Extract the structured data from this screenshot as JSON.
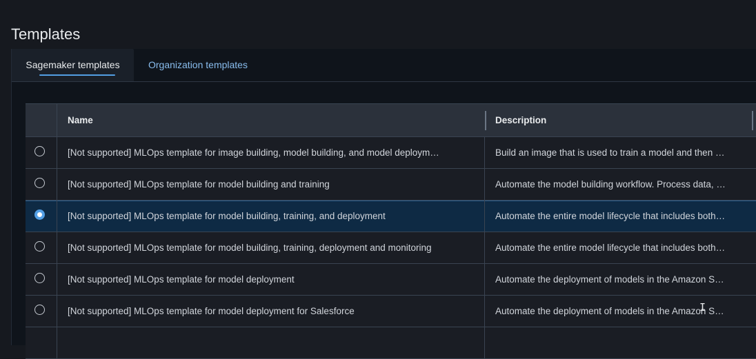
{
  "page": {
    "title": "Templates"
  },
  "tabs": [
    {
      "label": "Sagemaker templates",
      "active": true
    },
    {
      "label": "Organization templates",
      "active": false
    }
  ],
  "table": {
    "columns": {
      "name": "Name",
      "description": "Description"
    },
    "rows": [
      {
        "selected": false,
        "name": "[Not supported] MLOps template for image building, model building, and model deploym…",
        "description": "Build an image that is used to train a model and then …"
      },
      {
        "selected": false,
        "name": "[Not supported] MLOps template for model building and training",
        "description": "Automate the model building workflow. Process data, …"
      },
      {
        "selected": true,
        "name": "[Not supported] MLOps template for model building, training, and deployment",
        "description": "Automate the entire model lifecycle that includes both…"
      },
      {
        "selected": false,
        "name": "[Not supported] MLOps template for model building, training, deployment and monitoring",
        "description": "Automate the entire model lifecycle that includes both…"
      },
      {
        "selected": false,
        "name": "[Not supported] MLOps template for model deployment",
        "description": "Automate the deployment of models in the Amazon S…"
      },
      {
        "selected": false,
        "name": "[Not supported] MLOps template for model deployment for Salesforce",
        "description": "Automate the deployment of models in the Amazon S…"
      }
    ]
  },
  "colors": {
    "background": "#16191f",
    "accent": "#539fe5",
    "link": "#89bdee",
    "selected_row": "#0e2a44"
  },
  "icons": {
    "cursor": "text-cursor-icon",
    "radio": "radio-icon"
  }
}
